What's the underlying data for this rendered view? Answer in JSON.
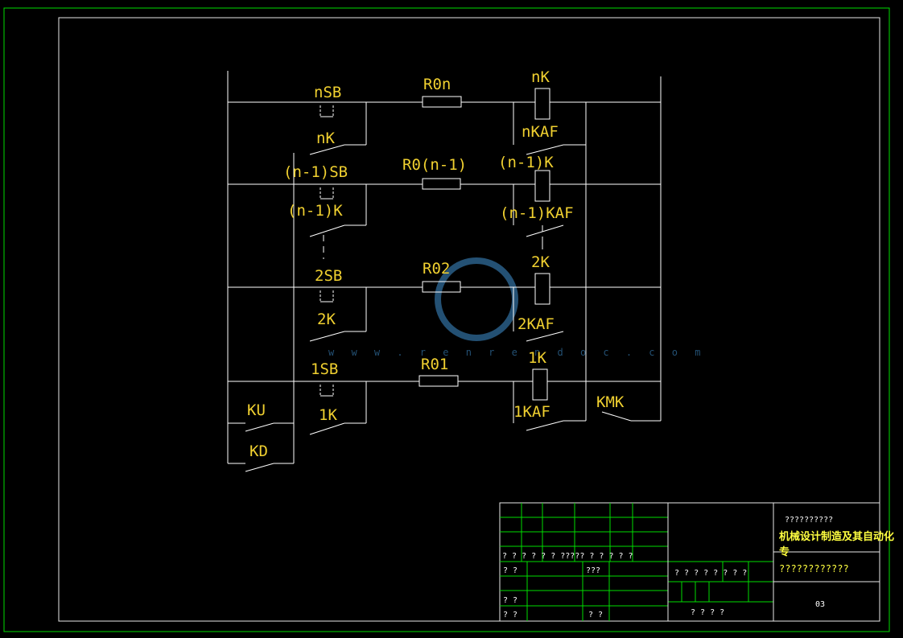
{
  "drawing": {
    "labels": {
      "nSB": "nSB",
      "R0n": "R0n",
      "nK_coil": "nK",
      "nK_contact": "nK",
      "nKAF": "nKAF",
      "n1SB": "(n-1)SB",
      "R0n1": "R0(n-1)",
      "n1K_coil": "(n-1)K",
      "n1K_contact": "(n-1)K",
      "n1KAF": "(n-1)KAF",
      "SB2": "2SB",
      "R02": "R02",
      "K2_coil": "2K",
      "K2_contact": "2K",
      "KAF2": "2KAF",
      "SB1": "1SB",
      "R01": "R01",
      "K1_coil": "1K",
      "K1_contact": "1K",
      "KAF1": "1KAF",
      "KU": "KU",
      "KD": "KD",
      "KMK": "KMK"
    },
    "watermark": {
      "url": "w w w . r e n r e n d o c . c o m"
    }
  },
  "title_block": {
    "row_marks": "? ?  ? ?  ?  ? ?????  ? ?  ? ? ?",
    "r2a": "? ?",
    "r2b": "???",
    "r3a": "? ?",
    "r4a": "? ?",
    "r4b": "? ?",
    "mid_marks": "? ? ? ?  ? ?  ? ?",
    "mid_bottom": "?    ?    ?    ?",
    "title_top": "??????????",
    "title_main": "机械设计制造及其自动化",
    "title_main2": "专",
    "title_sub": "????????????",
    "sheet_no": "03"
  },
  "colors": {
    "frame": "#00dd00",
    "wire": "#ffffff",
    "label": "#f0d030",
    "watermark": "#2a5f88"
  }
}
